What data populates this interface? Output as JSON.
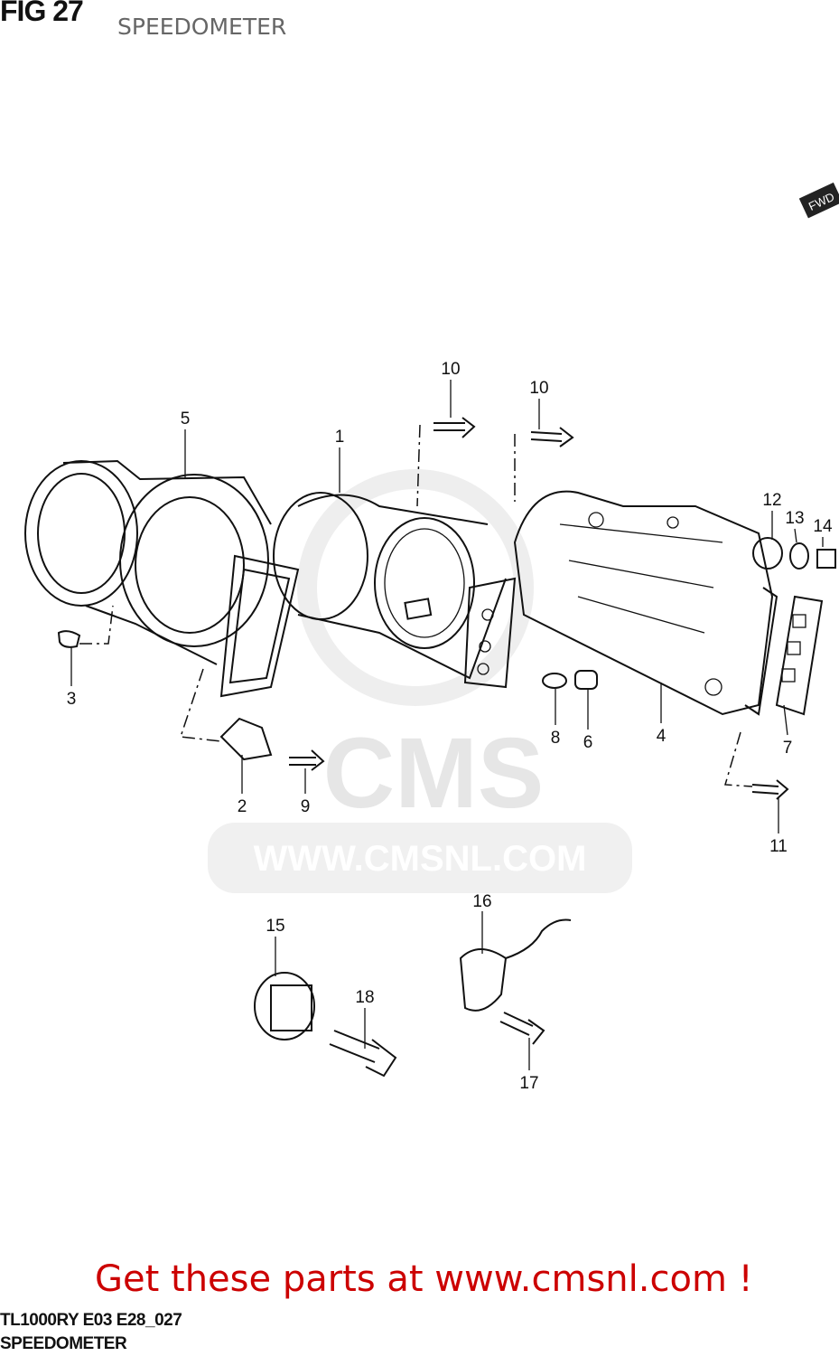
{
  "header": {
    "fig": "FIG 27",
    "subtitle": "SPEEDOMETER"
  },
  "footer": {
    "code": "TL1000RY E03 E28_027",
    "name": "SPEEDOMETER",
    "promo": "Get these parts at www.cmsnl.com !"
  },
  "watermark": {
    "logo": "CMS",
    "url": "WWW.CMSNL.COM"
  },
  "badge": "FWD",
  "callouts": [
    "10",
    "10",
    "5",
    "1",
    "12",
    "13",
    "14",
    "3",
    "8",
    "6",
    "4",
    "7",
    "2",
    "9",
    "11",
    "16",
    "15",
    "18",
    "17"
  ],
  "colors": {
    "promo": "#cc0000",
    "line": "#111111"
  }
}
